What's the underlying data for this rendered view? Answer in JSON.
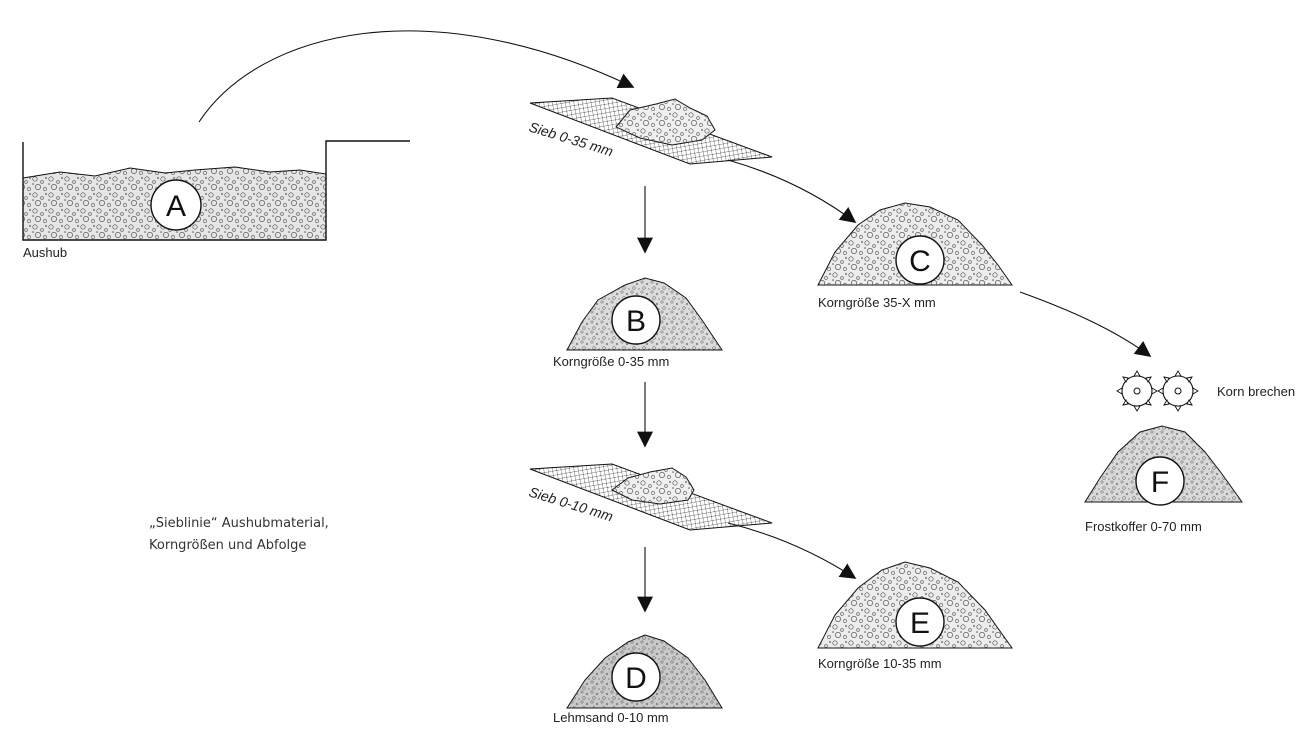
{
  "labels": {
    "excavation": "Aushub",
    "sieve1": "Sieb 0-35 mm",
    "sieve2": "Sieb 0-10 mm",
    "b": "Korngröße 0-35 mm",
    "c": "Korngröße 35-X mm",
    "d": "Lehmsand 0-10 mm",
    "e": "Korngröße 10-35 mm",
    "f": "Frostkoffer 0-70 mm",
    "crusher": "Korn brechen"
  },
  "letters": {
    "a": "A",
    "b": "B",
    "c": "C",
    "d": "D",
    "e": "E",
    "f": "F"
  },
  "caption": {
    "line1": "„Sieblinie“ Aushubmaterial,",
    "line2": "Korngrößen und Abfolge"
  },
  "colors": {
    "ink": "#111111",
    "fill_light": "#ececec",
    "fill_mid": "#dedede",
    "fill_dark": "#c7c7c7"
  }
}
